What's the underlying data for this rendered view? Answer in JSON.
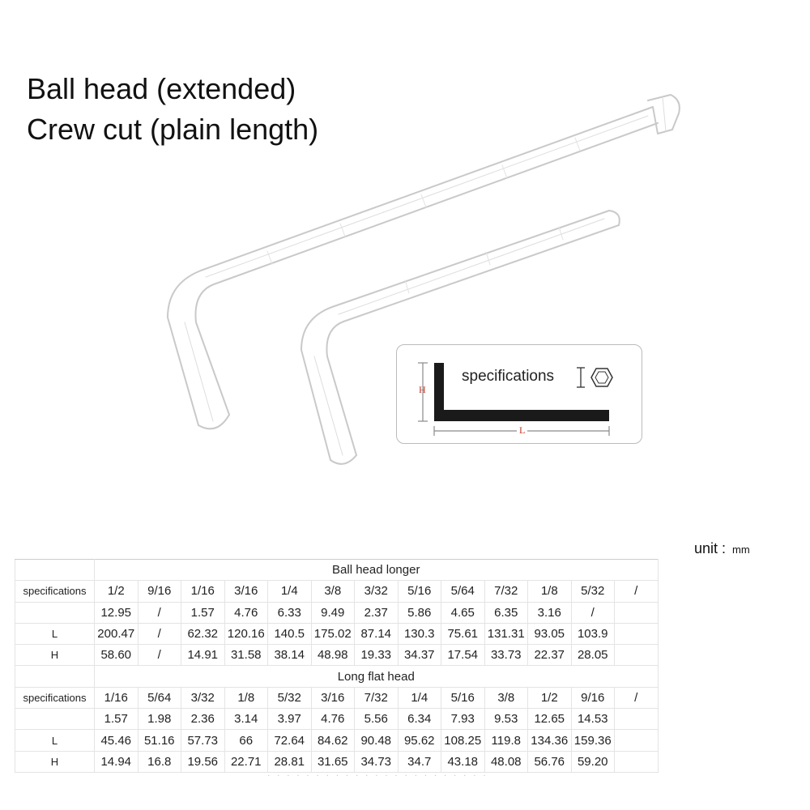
{
  "title_line1": "Ball head (extended)",
  "title_line2": "Crew cut (plain length)",
  "inset": {
    "label": "specifications",
    "h_label": "H",
    "l_label": "L",
    "icons": [
      "i-beam-icon",
      "hexagon-icon"
    ]
  },
  "unit": {
    "label": "unit :",
    "value": "mm"
  },
  "tables": [
    {
      "section_title": "Ball head longer",
      "rows": [
        {
          "label": "specifications",
          "cells": [
            "1/2",
            "9/16",
            "1/16",
            "3/16",
            "1/4",
            "3/8",
            "3/32",
            "5/16",
            "5/64",
            "7/32",
            "1/8",
            "5/32",
            "/"
          ]
        },
        {
          "label": "",
          "cells": [
            "12.95",
            "/",
            "1.57",
            "4.76",
            "6.33",
            "9.49",
            "2.37",
            "5.86",
            "4.65",
            "6.35",
            "3.16",
            "/",
            ""
          ]
        },
        {
          "label": "L",
          "cells": [
            "200.47",
            "/",
            "62.32",
            "120.16",
            "140.5",
            "175.02",
            "87.14",
            "130.3",
            "75.61",
            "131.31",
            "93.05",
            "103.9",
            ""
          ]
        },
        {
          "label": "H",
          "cells": [
            "58.60",
            "/",
            "14.91",
            "31.58",
            "38.14",
            "48.98",
            "19.33",
            "34.37",
            "17.54",
            "33.73",
            "22.37",
            "28.05",
            ""
          ]
        }
      ]
    },
    {
      "section_title": "Long flat head",
      "rows": [
        {
          "label": "specifications",
          "cells": [
            "1/16",
            "5/64",
            "3/32",
            "1/8",
            "5/32",
            "3/16",
            "7/32",
            "1/4",
            "5/16",
            "3/8",
            "1/2",
            "9/16",
            "/"
          ]
        },
        {
          "label": "",
          "cells": [
            "1.57",
            "1.98",
            "2.36",
            "3.14",
            "3.97",
            "4.76",
            "5.56",
            "6.34",
            "7.93",
            "9.53",
            "12.65",
            "14.53",
            ""
          ]
        },
        {
          "label": "L",
          "cells": [
            "45.46",
            "51.16",
            "57.73",
            "66",
            "72.64",
            "84.62",
            "90.48",
            "95.62",
            "108.25",
            "119.8",
            "134.36",
            "159.36",
            ""
          ]
        },
        {
          "label": "H",
          "cells": [
            "14.94",
            "16.8",
            "19.56",
            "22.71",
            "28.81",
            "31.65",
            "34.73",
            "34.7",
            "43.18",
            "48.08",
            "56.76",
            "59.20",
            ""
          ]
        }
      ]
    }
  ]
}
